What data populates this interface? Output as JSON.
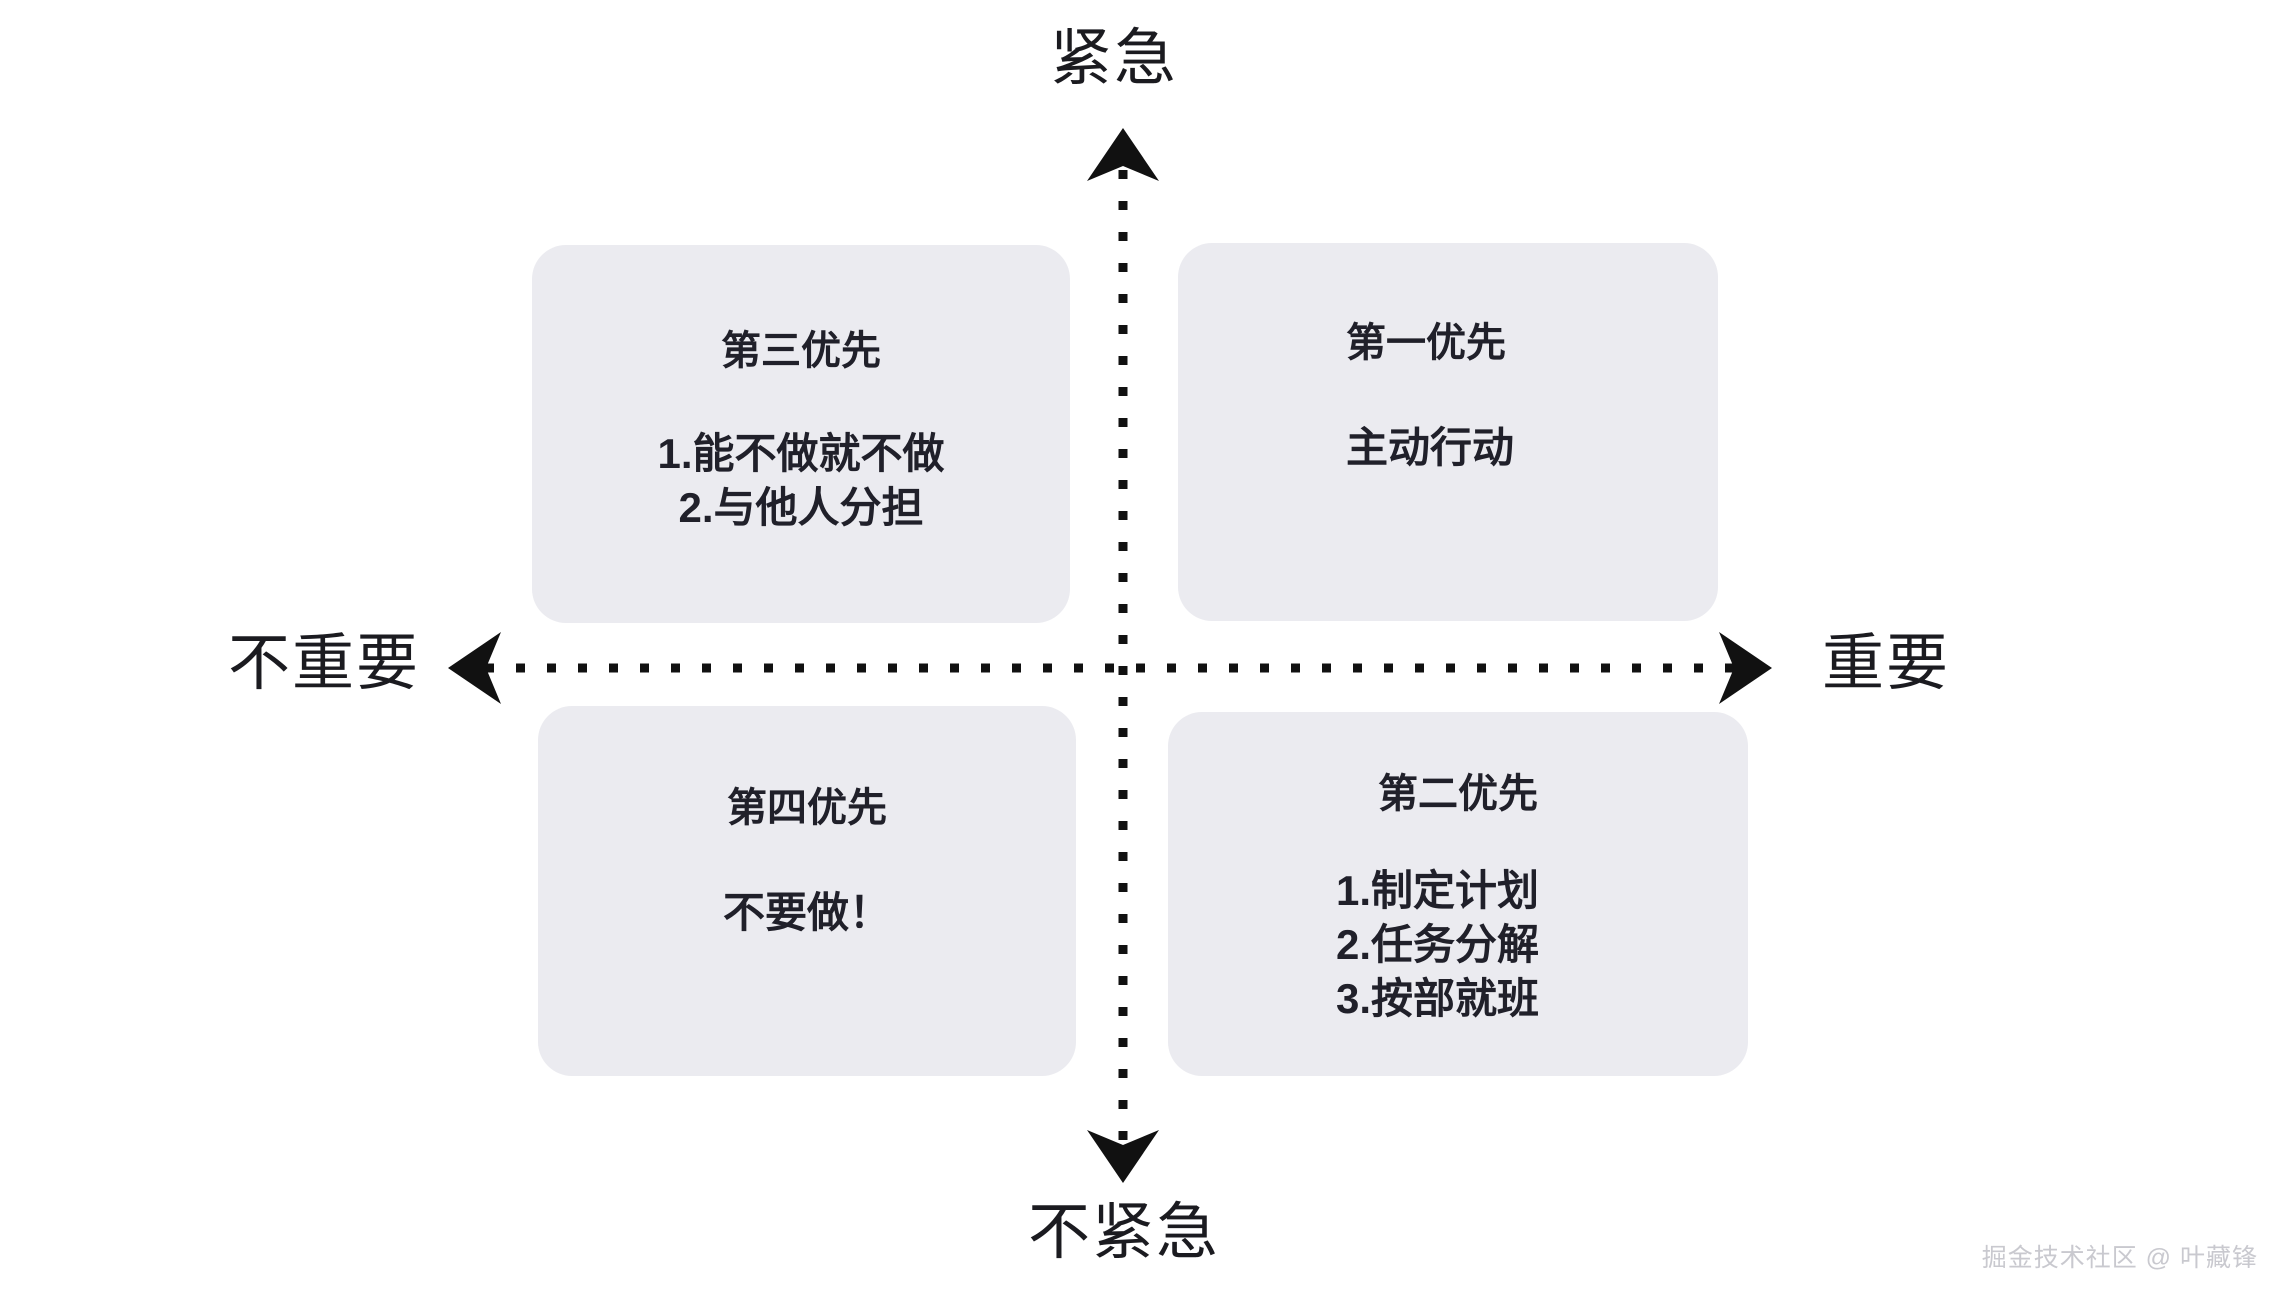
{
  "diagram": {
    "type": "eisenhower-matrix",
    "background_color": "#ffffff",
    "box_fill_color": "#ebebf0",
    "text_color": "#20202a",
    "axis_color": "#111111"
  },
  "axes": {
    "top_label": "紧急",
    "bottom_label": "不紧急",
    "left_label": "不重要",
    "right_label": "重要"
  },
  "quadrants": {
    "top_left": {
      "title": "第三优先",
      "body": "1.能不做就不做\n2.与他人分担"
    },
    "top_right": {
      "title": "第一优先",
      "body": "主动行动"
    },
    "bottom_left": {
      "title": "第四优先",
      "body": "不要做！"
    },
    "bottom_right": {
      "title": "第二优先",
      "body": "1.制定计划\n2.任务分解\n3.按部就班"
    }
  },
  "watermark": {
    "text": "掘金技术社区 @ 叶藏锋",
    "color": "#c9c9cf"
  }
}
